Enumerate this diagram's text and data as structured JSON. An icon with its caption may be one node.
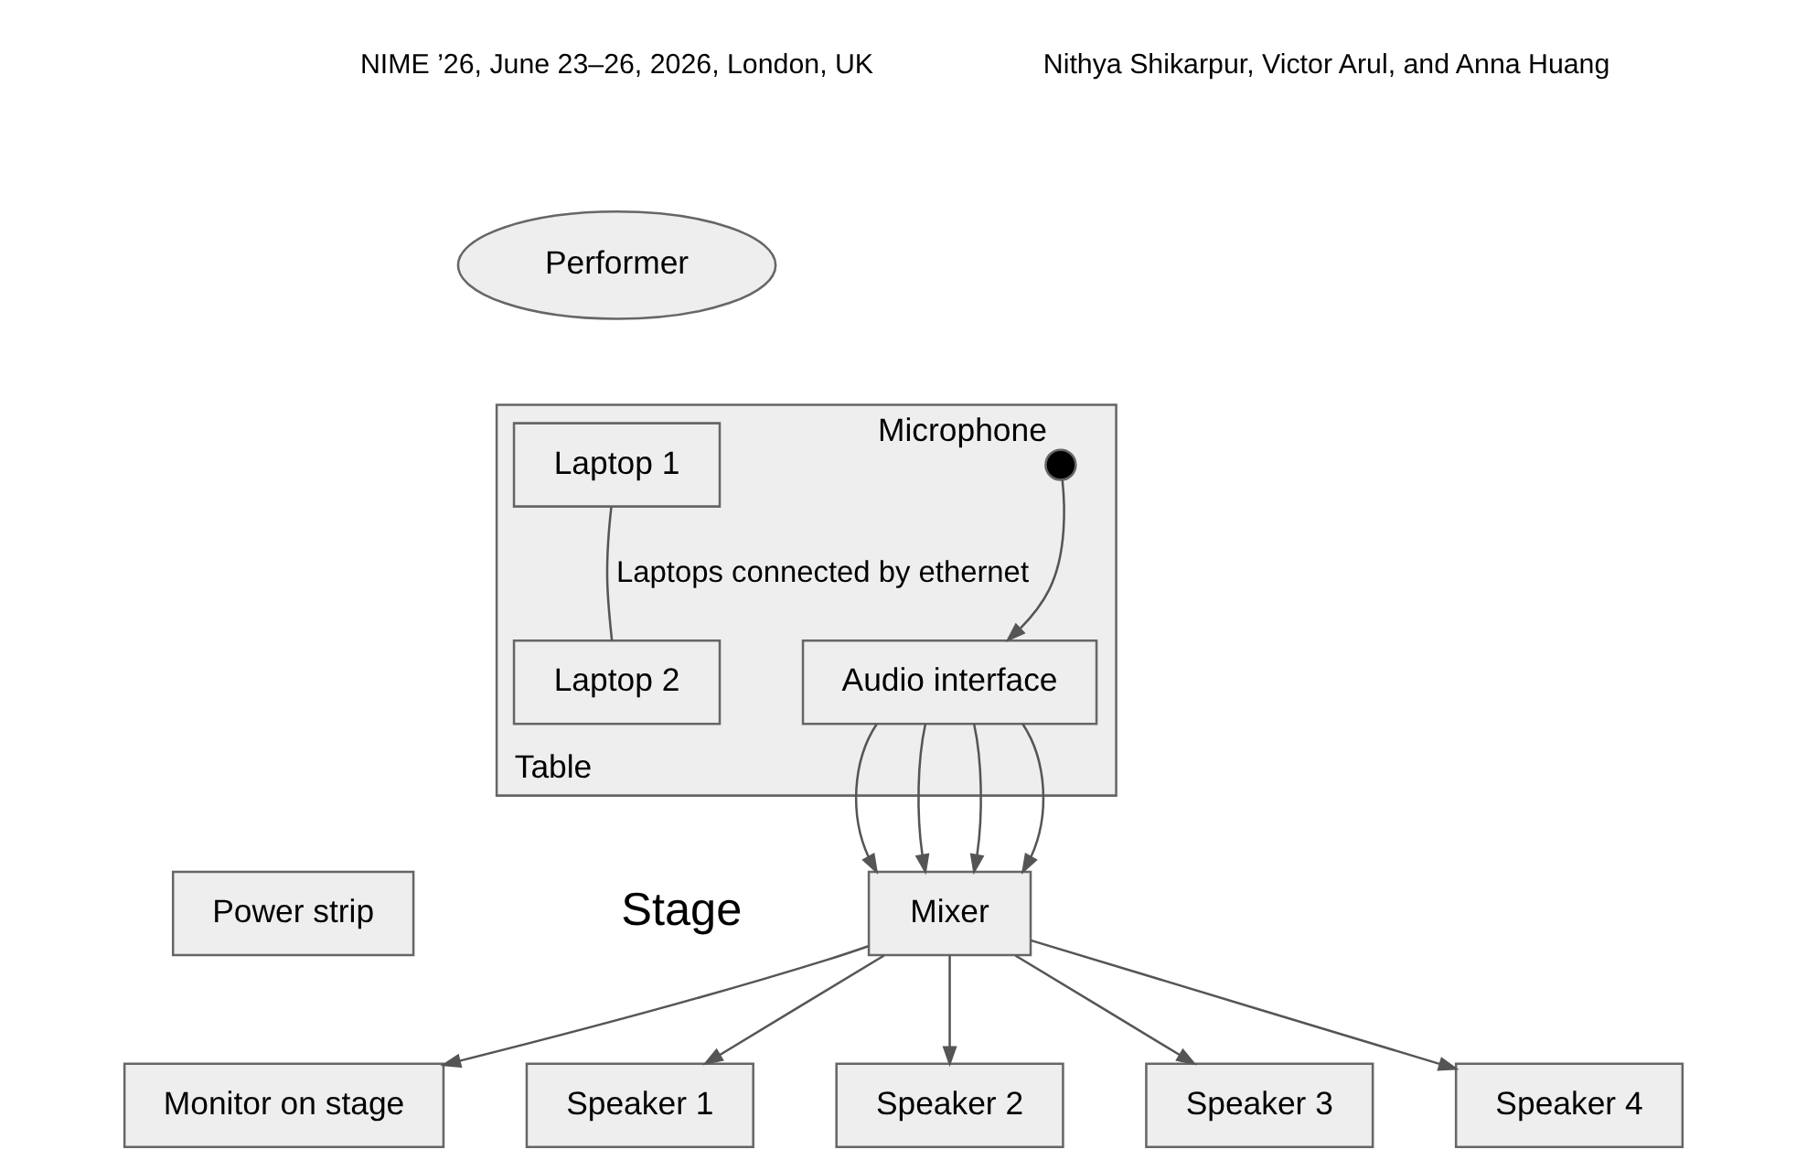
{
  "diagram": {
    "nodes": [
      {
        "text": [
          "Performer"
        ]
      },
      {
        "text": [
          "Monitor on stage"
        ]
      },
      {
        "text": [
          "Table"
        ]
      },
      {
        "text": [
          "Audio interface"
        ],
        "in": 2
      },
      {
        "text": [],
        "shape": "circle",
        "beside": [
          "Microphone"
        ],
        "in": 2
      },
      {
        "text": [
          "Laptop 1"
        ],
        "in": 2
      },
      {
        "text": [
          "Laptop 2"
        ],
        "in": 2
      },
      {
        "text": [
          "Power strip"
        ]
      },
      {
        "text": [
          "Speaker 1"
        ]
      },
      {
        "text": [
          "Speaker 2"
        ]
      },
      {
        "text": [
          "Mixer"
        ]
      },
      {
        "text": [
          "Speaker 3"
        ]
      },
      {
        "text": [
          "Speaker 4"
        ]
      }
    ],
    "edges": [
      {
        "from": 5,
        "to": 6,
        "arrow": "none",
        "label": "Laptops connected by ethernet"
      },
      {
        "from": 4,
        "to": 3,
        "arrow": "to"
      },
      {
        "from": 3,
        "to": 10,
        "arrow": "to"
      },
      {
        "from": 3,
        "to": 10,
        "arrow": "to"
      },
      {
        "from": 3,
        "to": 10,
        "arrow": "to"
      },
      {
        "from": 3,
        "to": 10,
        "arrow": "to"
      },
      {
        "from": 10,
        "to": 8,
        "arrow": "to"
      },
      {
        "from": 10,
        "to": 9,
        "arrow": "to"
      },
      {
        "from": 10,
        "to": 11,
        "arrow": "to"
      },
      {
        "from": 10,
        "to": 12,
        "arrow": "to"
      },
      {
        "from": 10,
        "to": 1,
        "arrow": "to"
      }
    ],
    "labels": [
      "NIME ’26, June 23–26, 2026, London, UK",
      "Nithya Shikarpur, Victor Arul, and Anna Huang",
      "Stage"
    ]
  }
}
